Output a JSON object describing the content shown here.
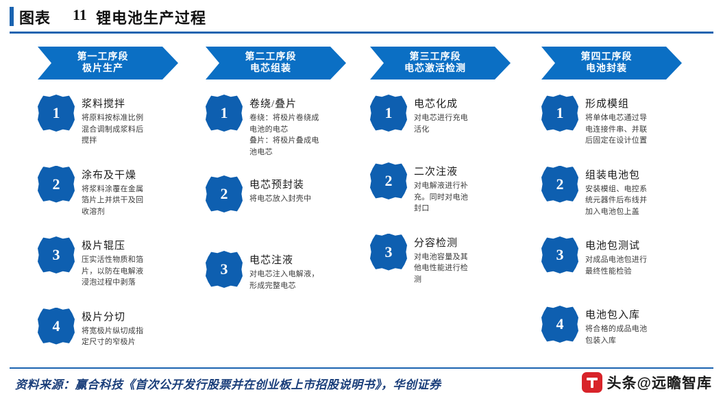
{
  "header": {
    "label": "图表",
    "number": "11",
    "title": "锂电池生产过程"
  },
  "footer": {
    "source": "资料来源：赢合科技《首次公开发行股票并在创业板上市招股说明书》，华创证券",
    "brand": "头条@远瞻智库",
    "brand_logo_icon": "toutiao-logo-icon"
  },
  "columns": [
    {
      "banner_line1": "第一工序段",
      "banner_line2": "极片生产",
      "steps": [
        {
          "num": "1",
          "title": "浆料搅拌",
          "desc": "将原料按标准比例\n混合调制成浆料后\n搅拌"
        },
        {
          "num": "2",
          "title": "涂布及干燥",
          "desc": "将浆料涂覆在金属\n箔片上并烘干及回\n收溶剂"
        },
        {
          "num": "3",
          "title": "极片辊压",
          "desc": "压实活性物质和箔\n片，以防在电解液\n浸泡过程中剥落"
        },
        {
          "num": "4",
          "title": "极片分切",
          "desc": "将宽极片纵切成指\n定尺寸的窄极片"
        }
      ]
    },
    {
      "banner_line1": "第二工序段",
      "banner_line2": "电芯组装",
      "steps": [
        {
          "num": "1",
          "title": "卷绕/叠片",
          "desc": "卷绕：将极片卷绕成\n电池的电芯\n叠片：将极片叠成电\n池电芯"
        },
        {
          "num": "2",
          "title": "电芯预封装",
          "desc": "将电芯放入封壳中"
        },
        {
          "num": "3",
          "title": "电芯注液",
          "desc": "对电芯注入电解液，\n形成完整电芯"
        }
      ]
    },
    {
      "banner_line1": "第三工序段",
      "banner_line2": "电芯激活检测",
      "steps": [
        {
          "num": "1",
          "title": "电芯化成",
          "desc": "对电芯进行充电\n活化"
        },
        {
          "num": "2",
          "title": "二次注液",
          "desc": "对电解液进行补\n充。同时对电池\n封口"
        },
        {
          "num": "3",
          "title": "分容检测",
          "desc": "对电池容量及其\n他电性能进行检\n测"
        }
      ]
    },
    {
      "banner_line1": "第四工序段",
      "banner_line2": "电池封装",
      "steps": [
        {
          "num": "1",
          "title": "形成模组",
          "desc": "将单体电芯通过导\n电连接件串、并联\n后固定在设计位置"
        },
        {
          "num": "2",
          "title": "组装电池包",
          "desc": "安装模组、电控系\n统元器件后布线并\n加入电池包上盖"
        },
        {
          "num": "3",
          "title": "电池包测试",
          "desc": "对成品电池包进行\n最终性能检验"
        },
        {
          "num": "4",
          "title": "电池包入库",
          "desc": "将合格的成品电池\n包装入库"
        }
      ]
    }
  ],
  "colors": {
    "accent": "#1a63b0",
    "banner": "#0b6fc4",
    "badge": "#0e5fb0",
    "brand_red": "#d8242a"
  }
}
